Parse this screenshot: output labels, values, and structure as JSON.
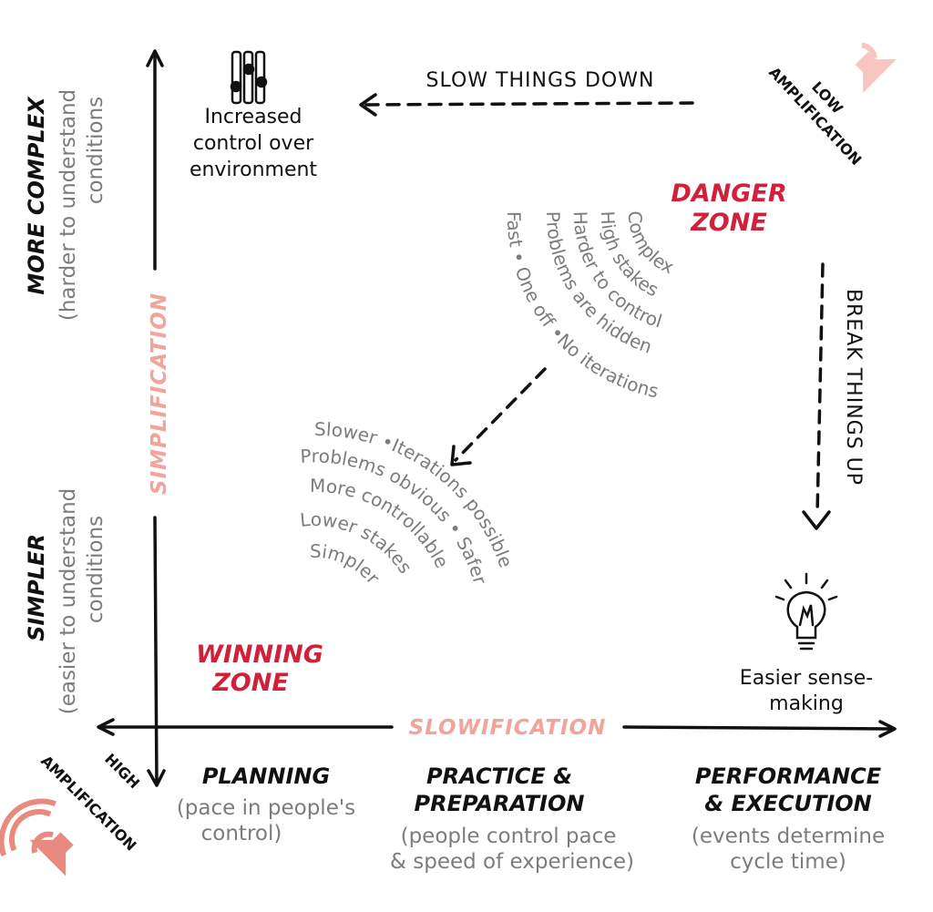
{
  "colors": {
    "danger": "#d0203a",
    "accent_pink": "#f2a49a",
    "speaker": "#e98a80",
    "gray_text": "#7c7c7c"
  },
  "axes": {
    "vertical_label": "SIMPLIFICATION",
    "horizontal_label": "SLOWIFICATION"
  },
  "left": {
    "top": {
      "title": "MORE COMPLEX",
      "line1": "(harder to understand",
      "line2": "conditions"
    },
    "bottom": {
      "title": "SIMPLER",
      "line1": "(easier to understand",
      "line2": "conditions"
    }
  },
  "top": {
    "control": {
      "icon": "sliders-icon",
      "line1": "Increased",
      "line2": "control over",
      "line3": "environment"
    },
    "slow_label": "SLOW THINGS DOWN",
    "low_amp": {
      "line1": "LOW",
      "line2": "AMPLIFICATION",
      "icon": "speaker-quiet-icon"
    }
  },
  "danger_zone": {
    "line1": "DANGER",
    "line2": "ZONE",
    "traits": [
      "Complex",
      "High stakes",
      "Harder to control",
      "Problems are hidden",
      "Fast • One off •No iterations"
    ]
  },
  "winning_zone": {
    "line1": "WINNING",
    "line2": "ZONE",
    "traits": [
      "Slower •Iterations possible",
      "Problems obvious • Safer",
      "More controllable",
      "Lower stakes",
      "Simpler"
    ]
  },
  "right": {
    "break_label": "BREAK THINGS UP",
    "sense": {
      "icon": "lightbulb-icon",
      "line1": "Easier sense-",
      "line2": "making"
    }
  },
  "bottom": {
    "planning": {
      "title": "PLANNING",
      "line1": "(pace in people's",
      "line2": "control)"
    },
    "practice": {
      "title1": "PRACTICE &",
      "title2": "PREPARATION",
      "line1": "(people control pace",
      "line2": "& speed of experience)"
    },
    "performance": {
      "title1": "PERFORMANCE",
      "title2": "& EXECUTION",
      "line1": "(events determine",
      "line2": "cycle time)"
    },
    "high_amp": {
      "line1": "HIGH",
      "line2": "AMPLIFICATION",
      "icon": "speaker-loud-icon"
    }
  }
}
